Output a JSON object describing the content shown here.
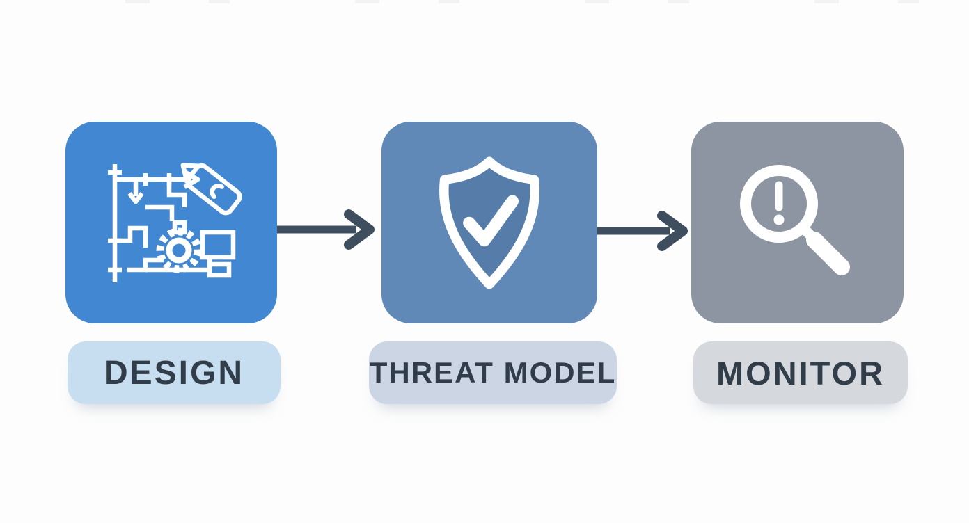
{
  "diagram": {
    "background_color": "#fdfdfd",
    "arrow_color": "#3e4e5e",
    "label_text_color": "#323d4a",
    "icon_color": "#ffffff",
    "steps": [
      {
        "label": "DESIGN",
        "icon": "blueprint-pencil-gear-icon",
        "tile_color": "#4187d2",
        "label_bg_color": "#c7ddf0"
      },
      {
        "label": "THREAT MODEL",
        "icon": "shield-checkmark-icon",
        "tile_color": "#6189b7",
        "icon_fill_color": "#567da9",
        "label_bg_color": "#cbd5e4"
      },
      {
        "label": "MONITOR",
        "icon": "magnifier-alert-icon",
        "tile_color": "#8c95a1",
        "label_bg_color": "#d5d9de"
      }
    ],
    "arrows": [
      {
        "name": "design-to-threat-model"
      },
      {
        "name": "threat-model-to-monitor"
      }
    ]
  }
}
